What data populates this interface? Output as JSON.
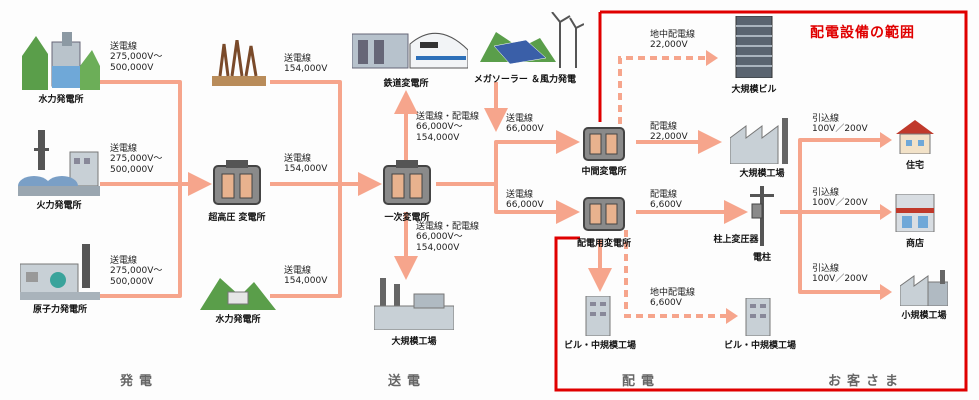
{
  "distribution_scope_title": "配電設備の範囲",
  "sections": {
    "generation": "発電",
    "transmission": "送電",
    "distribution": "配電",
    "customers": "お客さま"
  },
  "facilities": {
    "hydro_plant": "水力発電所",
    "thermal_plant": "火力発電所",
    "nuclear_plant": "原子力発電所",
    "ultra_high_substation": "超高圧\n変電所",
    "hydro_plant_2": "水力発電所",
    "railway_substation": "鉄道変電所",
    "mega_solar_wind": "メガソーラー\n＆風力発電",
    "primary_substation": "一次変電所",
    "large_factory_tx": "大規模工場",
    "intermediate_substation": "中間変電所",
    "distribution_substation": "配電用変電所",
    "building_midsize_factory_1": "ビル・中規模工場",
    "large_building": "大規模ビル",
    "large_factory_dist": "大規模工場",
    "pole_transformer": "柱上変圧器",
    "utility_pole": "電柱",
    "building_midsize_factory_2": "ビル・中規模工場",
    "house": "住宅",
    "shop": "商店",
    "small_factory": "小規模工場"
  },
  "lines": {
    "hydro_out": "送電線\n275,000V～\n500,000V",
    "thermal_out": "送電線\n275,000V～\n500,000V",
    "nuclear_out": "送電線\n275,000V～\n500,000V",
    "top_154": "送電線\n154,000V",
    "mid_154": "送電線\n154,000V",
    "bottom_154": "送電線\n154,000V",
    "to_railway": "送電線・配電線\n66,000V～\n154,000V",
    "to_large_factory": "送電線・配電線\n66,000V～\n154,000V",
    "to_intermediate": "送電線\n66,000V",
    "to_dist_sub": "送電線\n66,000V",
    "underground_22000": "地中配電線\n22,000V",
    "overhead_22000": "配電線\n22,000V",
    "overhead_6600": "配電線\n6,600V",
    "underground_6600": "地中配電線\n6,600V",
    "service_house": "引込線\n100V／200V",
    "service_shop": "引込線\n100V／200V",
    "service_small_factory": "引込線\n100V／200V"
  },
  "colors": {
    "flow": "#f6a58c",
    "scope_border": "#e00000"
  }
}
